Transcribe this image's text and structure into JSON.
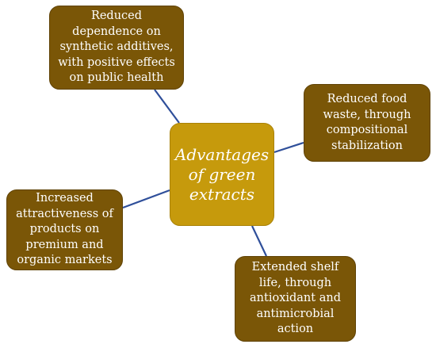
{
  "diagram": {
    "colors": {
      "outer_fill": "#7a5607",
      "center_fill": "#c69a0c",
      "connector": "#2f4f9a",
      "text": "#ffffff"
    },
    "center": {
      "label": "Advantages\nof green\nextracts"
    },
    "nodes": [
      {
        "label": "Reduced\ndependence on\nsynthetic additives,\nwith positive effects\non public health"
      },
      {
        "label": "Reduced food\nwaste, through\ncompositional\nstabilization"
      },
      {
        "label": "Increased\nattractiveness of\nproducts on\npremium and\norganic markets"
      },
      {
        "label": "Extended shelf\nlife, through\nantioxidant and\nantimicrobial\naction"
      }
    ]
  }
}
